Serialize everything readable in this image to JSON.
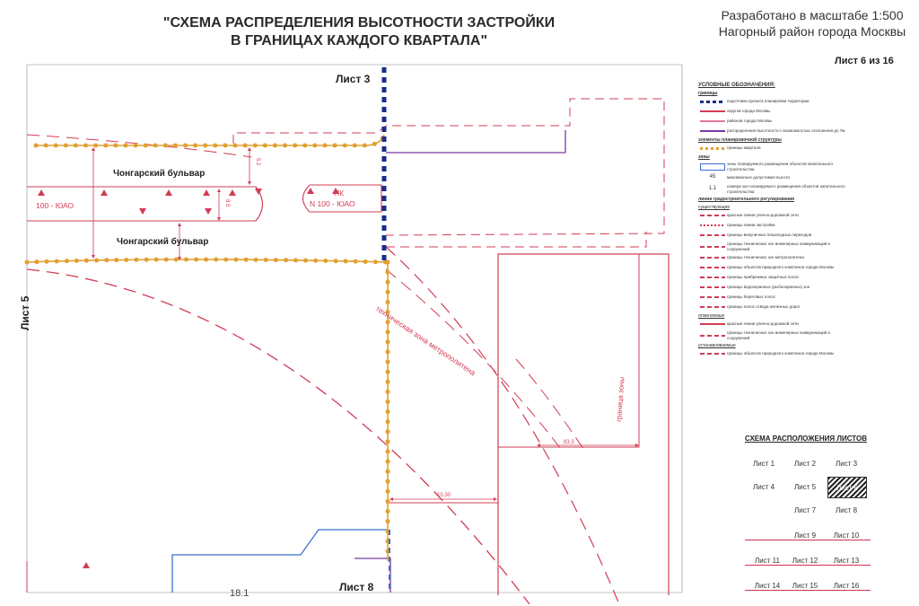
{
  "header": {
    "title_line1": "\"СХЕМА РАСПРЕДЕЛЕНИЯ ВЫСОТНОСТИ ЗАСТРОЙКИ",
    "title_line2": "В ГРАНИЦАХ КАЖДОГО КВАРТАЛА\"",
    "scale_note_line1": "Разработано в масштабе 1:500",
    "scale_note_line2": "Нагорный район города Москвы",
    "sheet_count": "Лист 6 из 16"
  },
  "map": {
    "label_top": "Лист 3",
    "label_left": "Лист 5",
    "label_bottom": "Лист 8",
    "street_upper": "Чонгарский бульвар",
    "street_lower": "Чонгарский бульвар",
    "road_code_left": "100 - ЮАО",
    "road_code_right_line1": "ПК",
    "road_code_right_line2": "N 100 - ЮАО",
    "zone_metro": "техническая зона метрополитена",
    "zone_right": "граница зоны",
    "parcel_number": "18.1",
    "dim_1": "5.2",
    "dim_2": "8.5",
    "dim_3": "10.30",
    "dim_4": "83.3"
  },
  "legend": {
    "heading": "УСЛОВНЫЕ ОБОЗНАЧЕНИЯ:",
    "sub_bounds": "границы",
    "items_bounds": [
      "подготовки проекта планировки территории",
      "округов города Москвы",
      "районов города Москвы",
      "распределения высотности с возможностью отклонения до 7м"
    ],
    "sub_elements": "элементы планировочной структуры",
    "item_quarter": "границы квартала",
    "sub_zones": "зоны",
    "items_zones": [
      "зоны планируемого размещения объектов капитального строительства",
      "максимально допустимая высота",
      "номера зон планируемого размещения объектов капитального строительства"
    ],
    "value_height": "45",
    "value_zone": "1.1",
    "sub_lines": "линии градостроительного регулирования",
    "sub_existing": "существующие",
    "items_existing": [
      "красные линии улично-дорожной сети",
      "границы линии застройки",
      "границы внеуличных пешеходных переходов",
      "границы технических зон инженерных коммуникаций и сооружений",
      "границы технических зон метрополитена",
      "границы объектов природного комплекса города Москвы",
      "границы прибрежных защитных полос",
      "границы водоохранных (рыбоохранных) зон",
      "границы береговых полос",
      "границы полос отвода железных дорог"
    ],
    "sub_cancel": "отменяемые",
    "items_cancel": [
      "красные линии улично-дорожной сети",
      "границы технических зон инженерных коммуникаций и сооружений"
    ],
    "sub_new": "устанавливаемые",
    "items_new": [
      "границы объектов природного комплекса города Москвы"
    ]
  },
  "sheets": {
    "title": "СХЕМА РАСПОЛОЖЕНИЯ ЛИСТОВ",
    "cells": [
      "Лист 1",
      "Лист 2",
      "Лист 3",
      "Лист 4",
      "Лист 5",
      "Лист 6",
      "Лист 7",
      "Лист 8",
      "Лист 9",
      "Лист 10",
      "Лист 11",
      "Лист 12",
      "Лист 13",
      "Лист 14",
      "Лист 15",
      "Лист 16"
    ],
    "active": "Лист 6"
  },
  "colors": {
    "red_line": "#d23c55",
    "blue_dash": "#1a2d8a",
    "orange_dot": "#e2a030",
    "blue_zone": "#3a6fd0",
    "purple": "#7a3aa0"
  }
}
